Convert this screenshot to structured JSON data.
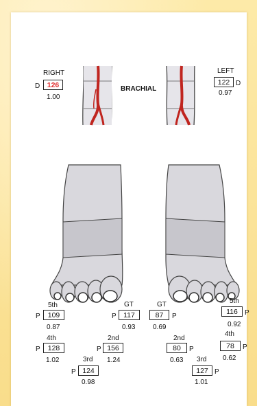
{
  "brachial": {
    "title": "BRACHIAL",
    "right": {
      "side": "RIGHT",
      "flag": "D",
      "pressure": "126",
      "index": "1.00"
    },
    "left": {
      "side": "LEFT",
      "flag": "D",
      "pressure": "122",
      "index": "0.97"
    }
  },
  "right_foot": {
    "fifth": {
      "label": "5th",
      "flag": "P",
      "pressure": "109",
      "index": "0.87"
    },
    "fourth": {
      "label": "4th",
      "flag": "P",
      "pressure": "128",
      "index": "1.02"
    },
    "third": {
      "label": "3rd",
      "flag": "P",
      "pressure": "124",
      "index": "0.98"
    },
    "second": {
      "label": "2nd",
      "flag": "P",
      "pressure": "156",
      "index": "1.24"
    },
    "great": {
      "label": "GT",
      "flag": "P",
      "pressure": "117",
      "index": "0.93"
    }
  },
  "left_foot": {
    "great": {
      "label": "GT",
      "flag": "P",
      "pressure": "87",
      "index": "0.69"
    },
    "second": {
      "label": "2nd",
      "flag": "P",
      "pressure": "80",
      "index": "0.63"
    },
    "third": {
      "label": "3rd",
      "flag": "P",
      "pressure": "127",
      "index": "1.01"
    },
    "fourth": {
      "label": "4th",
      "flag": "P",
      "pressure": "78",
      "index": "0.62"
    },
    "fifth": {
      "label": "5th",
      "flag": "P",
      "pressure": "116",
      "index": "0.92"
    }
  },
  "colors": {
    "artery": "#c0251f",
    "pressure_highlight": "#e23030",
    "limb_fill": "#d9d8dd",
    "band_fill": "#c7c6cc"
  }
}
